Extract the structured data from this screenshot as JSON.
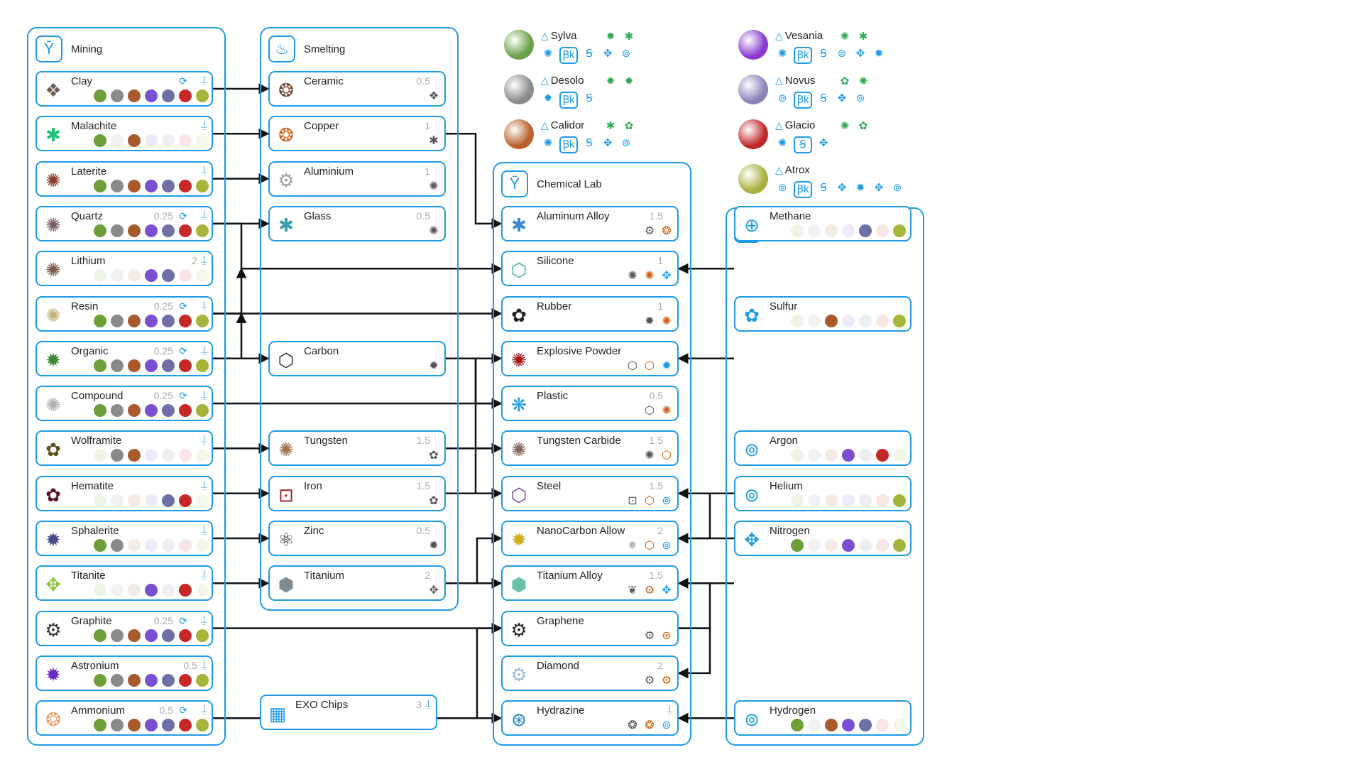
{
  "columns": {
    "mining": {
      "title": "Mining",
      "icon": "Ȳ"
    },
    "smelting": {
      "title": "Smelting",
      "icon": "♨"
    },
    "chemlab": {
      "title": "Chemical Lab",
      "icon": "Ȳ"
    },
    "atmo": {
      "title": "Atmospheric Condenser",
      "icon": "✥"
    }
  },
  "colors": {
    "accent": "#1e9be6"
  },
  "dot_palette": [
    "#6e9e3a",
    "#8a8a8a",
    "#a85a2c",
    "#7b4fd1",
    "#6f6fa8",
    "#c62828",
    "#a8b33a"
  ],
  "mining": [
    {
      "id": "clay",
      "name": "Clay",
      "qty": "",
      "glyph": "❖",
      "color": "#6b5b52",
      "recycle": true,
      "dots": [
        1,
        1,
        1,
        1,
        1,
        1,
        1
      ]
    },
    {
      "id": "malachite",
      "name": "Malachite",
      "qty": "",
      "glyph": "✱",
      "color": "#1fc27a",
      "recycle": false,
      "dots": [
        1,
        0,
        1,
        0,
        0,
        0,
        0
      ]
    },
    {
      "id": "laterite",
      "name": "Laterite",
      "qty": "",
      "glyph": "✺",
      "color": "#8a3a2c",
      "recycle": false,
      "dots": [
        1,
        1,
        1,
        1,
        1,
        1,
        1
      ]
    },
    {
      "id": "quartz",
      "name": "Quartz",
      "qty": "0.25",
      "glyph": "✺",
      "color": "#7a5a6a",
      "recycle": true,
      "dots": [
        1,
        1,
        1,
        1,
        1,
        1,
        1
      ]
    },
    {
      "id": "lithium",
      "name": "Lithium",
      "qty": "2",
      "glyph": "✺",
      "color": "#7a5a4a",
      "recycle": false,
      "dots": [
        0,
        0,
        0,
        1,
        1,
        0,
        0
      ]
    },
    {
      "id": "resin",
      "name": "Resin",
      "qty": "0.25",
      "glyph": "✺",
      "color": "#c8b47a",
      "recycle": true,
      "dots": [
        1,
        1,
        1,
        1,
        1,
        1,
        1
      ]
    },
    {
      "id": "organic",
      "name": "Organic",
      "qty": "0.25",
      "glyph": "✹",
      "color": "#3a8a3a",
      "recycle": true,
      "dots": [
        1,
        1,
        1,
        1,
        1,
        1,
        1
      ]
    },
    {
      "id": "compound",
      "name": "Compound",
      "qty": "0.25",
      "glyph": "✺",
      "color": "#b0b0b0",
      "recycle": true,
      "dots": [
        1,
        1,
        1,
        1,
        1,
        1,
        1
      ]
    },
    {
      "id": "wolframite",
      "name": "Wolframite",
      "qty": "",
      "glyph": "✿",
      "color": "#5a5020",
      "recycle": false,
      "dots": [
        0,
        1,
        1,
        0,
        0,
        0,
        0
      ]
    },
    {
      "id": "hematite",
      "name": "Hematite",
      "qty": "",
      "glyph": "✿",
      "color": "#5a1020",
      "recycle": false,
      "dots": [
        0,
        0,
        0,
        0,
        1,
        1,
        0
      ]
    },
    {
      "id": "sphalerite",
      "name": "Sphalerite",
      "qty": "",
      "glyph": "✹",
      "color": "#4a4a8a",
      "recycle": false,
      "dots": [
        1,
        1,
        0,
        0,
        0,
        0,
        0
      ]
    },
    {
      "id": "titanite",
      "name": "Titanite",
      "qty": "",
      "glyph": "✥",
      "color": "#8ac43a",
      "recycle": false,
      "dots": [
        0,
        0,
        0,
        1,
        0,
        1,
        0
      ]
    },
    {
      "id": "graphite",
      "name": "Graphite",
      "qty": "0.25",
      "glyph": "⚙",
      "color": "#333333",
      "recycle": true,
      "dots": [
        1,
        1,
        1,
        1,
        1,
        1,
        1
      ]
    },
    {
      "id": "astronium",
      "name": "Astronium",
      "qty": "0.5",
      "glyph": "✹",
      "color": "#6a2ac0",
      "recycle": false,
      "dots": [
        1,
        1,
        1,
        1,
        1,
        1,
        1
      ]
    },
    {
      "id": "ammonium",
      "name": "Ammonium",
      "qty": "0.5",
      "glyph": "❂",
      "color": "#e0a070",
      "recycle": true,
      "dots": [
        1,
        1,
        1,
        1,
        1,
        1,
        1
      ]
    }
  ],
  "smelting": [
    {
      "id": "ceramic",
      "name": "Ceramic",
      "qty": "0.5",
      "glyph": "❂",
      "color": "#6b4a3a",
      "ing": [
        "❖"
      ]
    },
    {
      "id": "copper",
      "name": "Copper",
      "qty": "1",
      "glyph": "❂",
      "color": "#d0601a",
      "ing": [
        "✱"
      ]
    },
    {
      "id": "aluminium",
      "name": "Aluminium",
      "qty": "1",
      "glyph": "⚙",
      "color": "#9aa0a8",
      "ing": [
        "✺"
      ]
    },
    {
      "id": "glass",
      "name": "Glass",
      "qty": "0.5",
      "glyph": "✱",
      "color": "#3a9ab0",
      "ing": [
        "✺"
      ]
    },
    {
      "id": "carbon",
      "name": "Carbon",
      "qty": "",
      "glyph": "⬡",
      "color": "#2a2a2a",
      "ing": [
        "✹"
      ]
    },
    {
      "id": "tungsten",
      "name": "Tungsten",
      "qty": "1.5",
      "glyph": "✺",
      "color": "#a07050",
      "ing": [
        "✿"
      ]
    },
    {
      "id": "iron",
      "name": "Iron",
      "qty": "1.5",
      "glyph": "⊡",
      "color": "#a02020",
      "ing": [
        "✿"
      ]
    },
    {
      "id": "zinc",
      "name": "Zinc",
      "qty": "0.5",
      "glyph": "⚛",
      "color": "#2a2a2a",
      "ing": [
        "✹"
      ]
    },
    {
      "id": "titanium",
      "name": "Titanium",
      "qty": "2",
      "glyph": "⬢",
      "color": "#808890",
      "ing": [
        "✥"
      ]
    }
  ],
  "exo": {
    "name": "EXO Chips",
    "qty": "3",
    "glyph": "▦",
    "color": "#1e9be6"
  },
  "chemlab": [
    {
      "id": "alalloy",
      "name": "Aluminum Alloy",
      "qty": "1.5",
      "glyph": "✱",
      "color": "#3a8ad0",
      "ing": [
        "⚙",
        "❂"
      ]
    },
    {
      "id": "silicone",
      "name": "Silicone",
      "qty": "1",
      "glyph": "⬡",
      "color": "#3aa8a8",
      "ing": [
        "✺",
        "✺",
        "✥"
      ]
    },
    {
      "id": "rubber",
      "name": "Rubber",
      "qty": "1",
      "glyph": "✿",
      "color": "#222222",
      "ing": [
        "✹",
        "✺"
      ]
    },
    {
      "id": "explosive",
      "name": "Explosive Powder",
      "qty": "",
      "glyph": "✺",
      "color": "#a01818",
      "ing": [
        "⬡",
        "⬡",
        "✹"
      ]
    },
    {
      "id": "plastic",
      "name": "Plastic",
      "qty": "0.5",
      "glyph": "❋",
      "color": "#1e9be6",
      "ing": [
        "⬡",
        "✺"
      ]
    },
    {
      "id": "tcarbide",
      "name": "Tungsten Carbide",
      "qty": "1.5",
      "glyph": "✺",
      "color": "#806860",
      "ing": [
        "✺",
        "⬡"
      ]
    },
    {
      "id": "steel",
      "name": "Steel",
      "qty": "1.5",
      "glyph": "⬡",
      "color": "#7a3a9a",
      "ing": [
        "⊡",
        "⬡",
        "⊚"
      ]
    },
    {
      "id": "nanocarbon",
      "name": "NanoCarbon Allow",
      "qty": "2",
      "glyph": "✹",
      "color": "#d0b020",
      "ing": [
        "⚛",
        "⬡",
        "⊚"
      ]
    },
    {
      "id": "tialloy",
      "name": "Titanium Alloy",
      "qty": "1.5",
      "glyph": "⬢",
      "color": "#6ac0a8",
      "ing": [
        "❦",
        "⚙",
        "✥"
      ]
    },
    {
      "id": "graphene",
      "name": "Graphene",
      "qty": "",
      "glyph": "⚙",
      "color": "#222222",
      "ing": [
        "⚙",
        "⊛"
      ]
    },
    {
      "id": "diamond",
      "name": "Diamond",
      "qty": "2",
      "glyph": "⚙",
      "color": "#9ab8d8",
      "ing": [
        "⚙",
        "⚙"
      ]
    },
    {
      "id": "hydrazine",
      "name": "Hydrazine",
      "qty": "",
      "glyph": "⊛",
      "color": "#1e7ad0",
      "ing": [
        "❂",
        "❂",
        "⊚"
      ]
    }
  ],
  "atmo": [
    {
      "id": "methane",
      "name": "Methane",
      "glyph": "⊕",
      "color": "#1e9be6",
      "dots": [
        0,
        0,
        0,
        0,
        1,
        0,
        1
      ]
    },
    {
      "id": "sulfur",
      "name": "Sulfur",
      "glyph": "✿",
      "color": "#1e9be6",
      "dots": [
        0,
        0,
        1,
        0,
        0,
        0,
        1
      ]
    },
    {
      "id": "argon",
      "name": "Argon",
      "glyph": "⊚",
      "color": "#1e9be6",
      "dots": [
        0,
        0,
        0,
        1,
        0,
        1,
        0
      ]
    },
    {
      "id": "helium",
      "name": "Helium",
      "glyph": "⊚",
      "color": "#1e9be6",
      "dots": [
        0,
        0,
        0,
        0,
        0,
        0,
        1
      ]
    },
    {
      "id": "nitrogen",
      "name": "Nitrogen",
      "glyph": "✥",
      "color": "#1e9be6",
      "dots": [
        1,
        0,
        0,
        1,
        0,
        0,
        1
      ]
    },
    {
      "id": "hydrogen",
      "name": "Hydrogen",
      "glyph": "⊚",
      "color": "#1e9be6",
      "dots": [
        1,
        0,
        1,
        1,
        1,
        0,
        0
      ]
    }
  ],
  "planets": [
    {
      "name": "Sylva",
      "color": "#6aa048",
      "row1": [
        "✹",
        "✱"
      ],
      "row2": [
        "✺",
        "Ꞵk",
        "Ꞩ",
        "✥",
        "⊚"
      ]
    },
    {
      "name": "Desolo",
      "color": "#8a8a8a",
      "row1": [
        "✹",
        "✹"
      ],
      "row2": [
        "✹",
        "Ꞵk",
        "Ꞩ"
      ]
    },
    {
      "name": "Calidor",
      "color": "#b8602a",
      "row1": [
        "✱",
        "✿"
      ],
      "row2": [
        "✺",
        "Ꞵk",
        "Ꞩ",
        "✥",
        "⊚"
      ]
    },
    {
      "name": "Vesania",
      "color": "#8a3ad0",
      "row1": [
        "✺",
        "✱"
      ],
      "row2": [
        "✺",
        "Ꞵk",
        "Ꞩ",
        "⊚",
        "✥",
        "✹"
      ]
    },
    {
      "name": "Novus",
      "color": "#8a82b8",
      "row1": [
        "✿",
        "✺"
      ],
      "row2": [
        "⊚",
        "Ꞵk",
        "Ꞩ",
        "✥",
        "⊚"
      ]
    },
    {
      "name": "Glacio",
      "color": "#c02828",
      "row1": [
        "✺",
        "✿"
      ],
      "row2": [
        "✺",
        "Ꞩ",
        "✥"
      ]
    },
    {
      "name": "Atrox",
      "color": "#a8b040",
      "row1": [],
      "row2": [
        "⊚",
        "Ꞵk",
        "Ꞩ",
        "✥",
        "✹",
        "✥",
        "⊚"
      ]
    }
  ]
}
